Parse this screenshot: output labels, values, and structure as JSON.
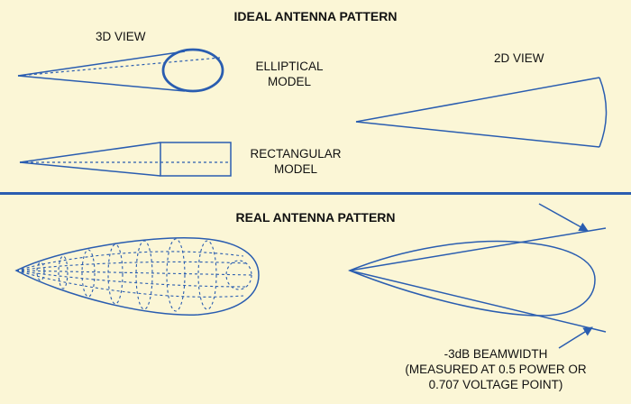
{
  "ideal": {
    "heading": "IDEAL ANTENNA PATTERN",
    "view3d": "3D VIEW",
    "view2d": "2D VIEW",
    "elliptical": [
      "ELLIPTICAL",
      "MODEL"
    ],
    "rectangular": [
      "RECTANGULAR",
      "MODEL"
    ]
  },
  "real": {
    "heading": "REAL ANTENNA PATTERN",
    "beamwidth": [
      "-3dB BEAMWIDTH",
      "(MEASURED AT 0.5 POWER OR",
      "0.707 VOLTAGE POINT)"
    ]
  },
  "colors": {
    "background": "#fbf6d6",
    "line": "#2a5db0",
    "text": "#111111"
  }
}
